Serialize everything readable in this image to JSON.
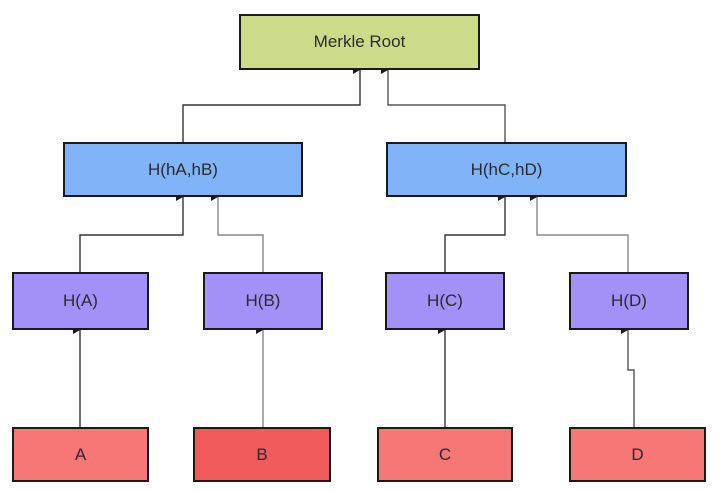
{
  "colors": {
    "root": "#ccdb8a",
    "intermediate": "#80b3f7",
    "leaf_hash": "#a391f7",
    "data_block": "#f77676",
    "data_block_b": "#f05a5a",
    "edge": "#333333"
  },
  "root": {
    "label": "Merkle Root"
  },
  "intermediate": [
    {
      "label": "H(hA,hB)"
    },
    {
      "label": "H(hC,hD)"
    }
  ],
  "leaf_hashes": [
    {
      "label": "H(A)"
    },
    {
      "label": "H(B)"
    },
    {
      "label": "H(C)"
    },
    {
      "label": "H(D)"
    }
  ],
  "data_blocks": [
    {
      "label": "A"
    },
    {
      "label": "B"
    },
    {
      "label": "C"
    },
    {
      "label": "D"
    }
  ]
}
